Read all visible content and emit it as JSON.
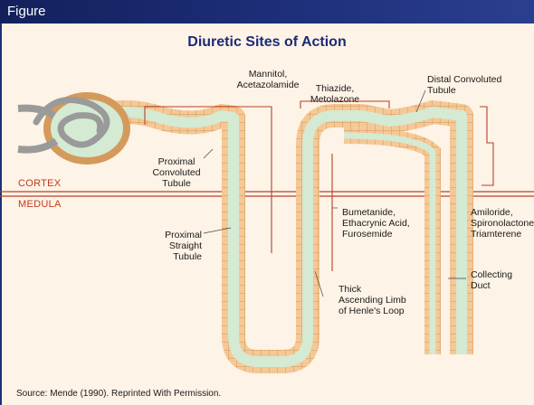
{
  "header": {
    "label": "Figure"
  },
  "title": "Diuretic Sites of Action",
  "zones": {
    "upper": "CORTEX",
    "lower": "MEDULA"
  },
  "segments": {
    "proximal_convoluted": "Proximal\nConvoluted\nTubule",
    "proximal_straight": "Proximal\nStraight\nTubule",
    "thick_ascending": "Thick\nAscending Limb\nof Henle's Loop",
    "distal_convoluted": "Distal Convoluted\nTubule",
    "collecting_duct": "Collecting\nDuct"
  },
  "drugs": {
    "mannitol": "Mannitol,\nAcetazolamide",
    "thiazide": "Thiazide,\nMetolazone",
    "loop": "Bumetanide,\nEthacrynic Acid,\nFurosemide",
    "potassium_sparing": "Amiloride,\nSpironolactone,\nTriamterene"
  },
  "source": "Source: Mende (1990). Reprinted With Permission.",
  "colors": {
    "tubule_fill": "#d4ead2",
    "tubule_cells": "#f5c896",
    "cell_lines": "#d49a5c",
    "glomerulus": "#9a9a9a",
    "zone_line": "#b8412a",
    "bracket": "#b8412a"
  }
}
